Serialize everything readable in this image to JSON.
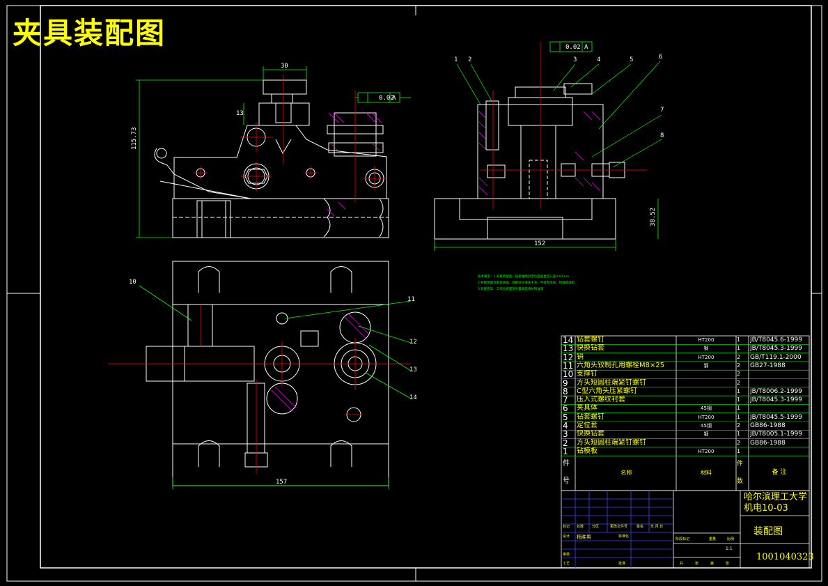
{
  "title": "夹具装配图",
  "dimensions": {
    "top_width": "30",
    "height_left": "115.73",
    "small_13": "13",
    "right_width": "152",
    "right_height": "38.52",
    "bottom_width": "157",
    "tol1": "0.02",
    "tol2": "0.02",
    "tol_datum": "A"
  },
  "callouts_right": [
    "1",
    "2",
    "3",
    "4",
    "5",
    "6",
    "7",
    "8"
  ],
  "callouts_plan": [
    "10",
    "11",
    "12",
    "13",
    "14"
  ],
  "notes": [
    "技术要求：1.夹具装配后，钻套轴线对定位面垂直度公差0.02mm",
    "2.各配合面及配合表面，装配前应清洗干净，不得有毛刺，锈蚀等缺陷",
    "3.装配完毕，工作台表面及外露表面涂防锈油漆"
  ],
  "parts": [
    {
      "no": "14",
      "name": "钻套螺钉",
      "mat": "HT200",
      "qty": "1",
      "std": "JB/T8045.6-1999"
    },
    {
      "no": "13",
      "name": "快换钻套",
      "mat": "钢",
      "qty": "1",
      "std": "JB/T8045.3-1999"
    },
    {
      "no": "12",
      "name": "销",
      "mat": "HT200",
      "qty": "2",
      "std": "GB/T119.1-2000"
    },
    {
      "no": "11",
      "name": "六角头铰制孔用螺栓M8×25",
      "mat": "钢",
      "qty": "2",
      "std": "GB27-1988"
    },
    {
      "no": "10",
      "name": "支撑钉",
      "mat": "",
      "qty": "2",
      "std": ""
    },
    {
      "no": "9",
      "name": "方头短圆柱端紧钉螺钉",
      "mat": "",
      "qty": "2",
      "std": ""
    },
    {
      "no": "8",
      "name": "C型六角头压紧螺钉",
      "mat": "",
      "qty": "1",
      "std": "JB/T8006.2-1999"
    },
    {
      "no": "7",
      "name": "压入式螺纹衬套",
      "mat": "",
      "qty": "1",
      "std": "JB/T8045.3-1999"
    },
    {
      "no": "6",
      "name": "夹具体",
      "mat": "45钢",
      "qty": "1",
      "std": ""
    },
    {
      "no": "5",
      "name": "钻套螺钉",
      "mat": "HT200",
      "qty": "1",
      "std": "JB/T8045.5-1999"
    },
    {
      "no": "4",
      "name": "定位套",
      "mat": "45钢",
      "qty": "2",
      "std": "GB86-1988"
    },
    {
      "no": "3",
      "name": "快换钻套",
      "mat": "钢",
      "qty": "1",
      "std": "JB/T8005.1-1999"
    },
    {
      "no": "2",
      "name": "方头短圆柱端紧钉螺钉",
      "mat": "",
      "qty": "2",
      "std": "GB86-1988"
    },
    {
      "no": "1",
      "name": "钻模板",
      "mat": "HT200",
      "qty": "1",
      "std": ""
    }
  ],
  "header": {
    "no": "件号",
    "name": "名称",
    "mat": "材料",
    "qty": "件数",
    "remark": "备  注"
  },
  "titleblock": {
    "school": "哈尔滨理工大学机电10-03",
    "drawing": "装配图",
    "number": "1001040323",
    "scale": "1:1",
    "designer": "杨胜男",
    "labels_left": [
      "标记",
      "处数",
      "分区",
      "更改文件号",
      "签名",
      "年.月.日"
    ],
    "label_design": "设计",
    "label_std": "标准化",
    "label_review": "审核",
    "label_craft": "工艺",
    "label_approve": "批准",
    "labels_right": [
      "阶段标记",
      "重量",
      "比例"
    ],
    "labels_sheet": [
      "共",
      "张",
      "第",
      "张"
    ]
  }
}
